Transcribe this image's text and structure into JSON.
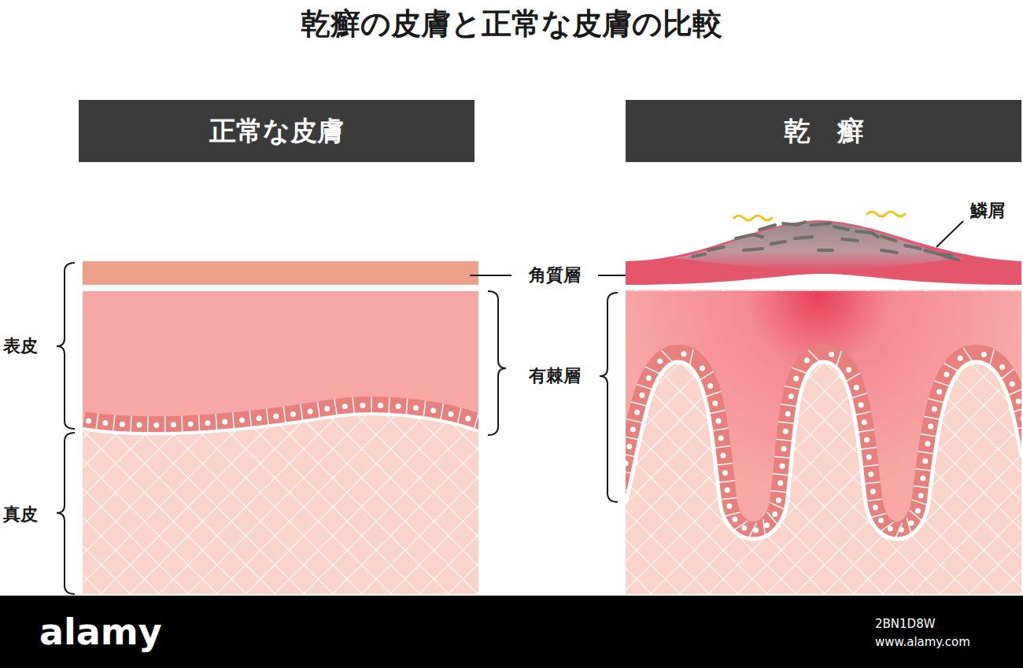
{
  "diagram": {
    "title": "乾癬の皮膚と正常な皮膚の比較",
    "nodes": [
      {
        "text": [
          "正常な皮膚"
        ]
      },
      {
        "text": [
          "乾　癬"
        ]
      }
    ],
    "labels": [
      "角質層",
      "鱗屑",
      "表皮",
      "有棘層",
      "真皮",
      "alamy",
      "2BN1D8W",
      "www.alamy.com"
    ]
  }
}
